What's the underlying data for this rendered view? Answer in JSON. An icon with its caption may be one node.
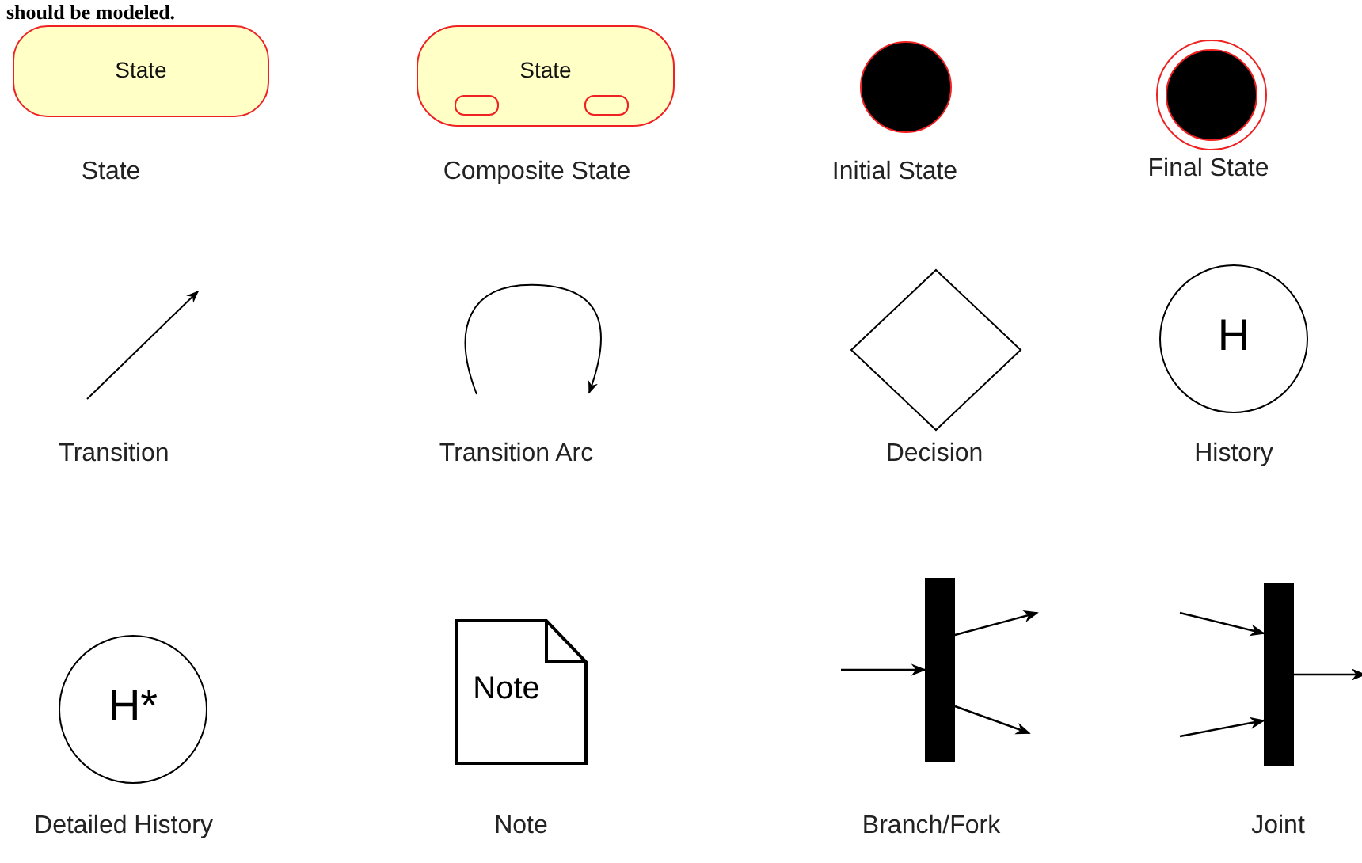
{
  "diagram": {
    "nodes": [
      {
        "text": [
          "State"
        ],
        "beside": [
          "State"
        ]
      },
      {
        "text": [
          "State"
        ],
        "beside": [
          "Composite State"
        ]
      },
      {
        "text": [],
        "shape": "box",
        "in": 1
      },
      {
        "text": [],
        "shape": "box",
        "in": 1
      },
      {
        "text": [],
        "shape": "circle",
        "beside": [
          "Initial State"
        ]
      },
      {
        "text": [],
        "shape": "circle",
        "beside": [
          "Final State"
        ]
      },
      {
        "text": [],
        "shape": "diamond",
        "beside": [
          "Decision"
        ]
      },
      {
        "text": [
          "H"
        ],
        "beside": [
          "History"
        ]
      },
      {
        "text": [
          "H*"
        ],
        "beside": [
          "Detailed History"
        ]
      },
      {
        "text": [
          "Note"
        ],
        "beside": [
          "Note"
        ]
      },
      {
        "text": [],
        "shape": "bar",
        "beside": [
          "Branch/Fork"
        ]
      },
      {
        "text": [],
        "shape": "bar",
        "beside": [
          "Joint"
        ]
      }
    ],
    "edges": [
      {
        "from": null,
        "to": 10,
        "arrow": "to"
      },
      {
        "from": 10,
        "to": null,
        "arrow": "to"
      },
      {
        "from": 10,
        "to": null,
        "arrow": "to"
      },
      {
        "from": null,
        "to": 11,
        "arrow": "to"
      },
      {
        "from": null,
        "to": 11,
        "arrow": "to"
      },
      {
        "from": 11,
        "to": null,
        "arrow": "to"
      }
    ],
    "labels": [
      "should be modeled.",
      "Transition",
      "Transition Arc"
    ]
  }
}
